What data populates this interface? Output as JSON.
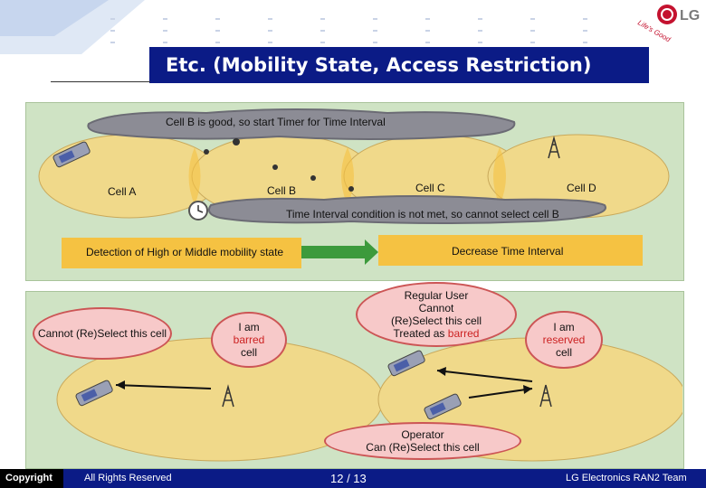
{
  "title": "Etc. (Mobility State, Access Restriction)",
  "logo": {
    "brand": "LG",
    "tagline": "Life's Good"
  },
  "top_panel": {
    "cloud_top": "Cell B is good, so start Timer for Time Interval",
    "cells": [
      "Cell A",
      "Cell B",
      "Cell C",
      "Cell D"
    ],
    "cloud_bottom": "Time Interval condition is not met, so cannot select cell B",
    "detection": "Detection of High or Middle mobility state",
    "decrease": "Decrease Time Interval"
  },
  "bottom_panel": {
    "bubble_left": "Cannot (Re)Select  this cell",
    "bubble_barred_1": "I am",
    "bubble_barred_2": "barred",
    "bubble_barred_3": "cell",
    "bubble_regular_1": "Regular User",
    "bubble_regular_2": "Cannot",
    "bubble_regular_3": "(Re)Select  this cell",
    "bubble_regular_4a": "Treated as ",
    "bubble_regular_4b": "barred",
    "bubble_reserved_1": "I am",
    "bubble_reserved_2": "reserved",
    "bubble_reserved_3": "cell",
    "bubble_operator_1": "Operator",
    "bubble_operator_2": "Can (Re)Select  this cell"
  },
  "footer": {
    "copyright": "Copyright",
    "rights": "All Rights Reserved",
    "page": "12 / 13",
    "team": "LG Electronics RAN2 Team"
  },
  "colors": {
    "title_bg": "#0b1b86",
    "panel_bg": "#cfe3c4",
    "cell_fill": "#f0d98a",
    "accent_red": "#cc2222",
    "yellow_box": "#f5c242"
  }
}
